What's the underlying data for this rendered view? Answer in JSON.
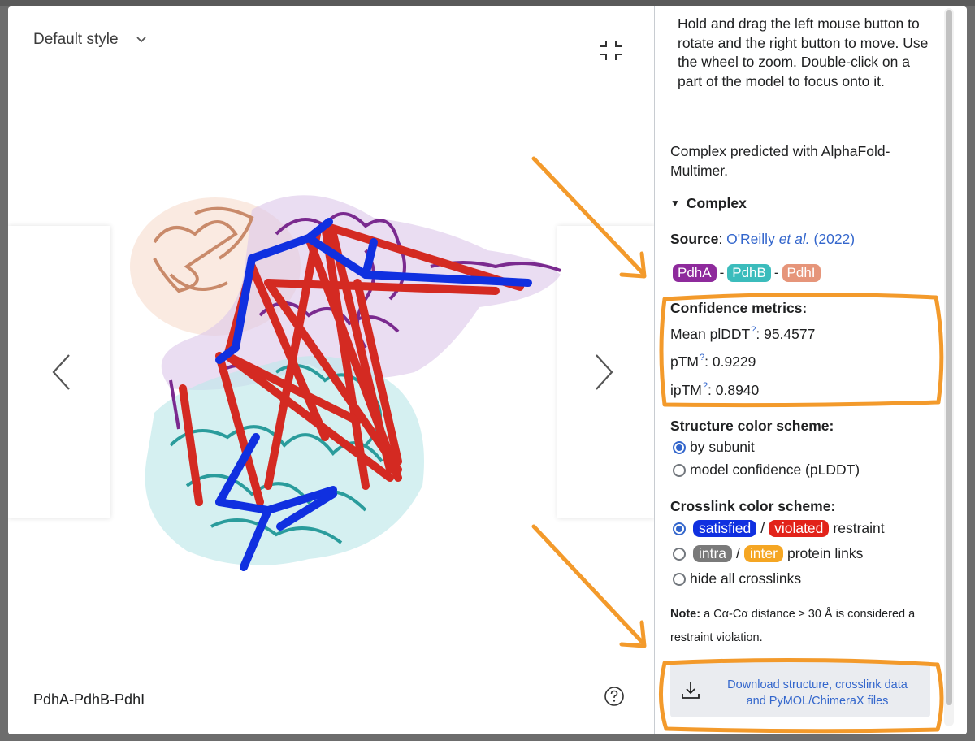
{
  "viewer": {
    "style_select": "Default style",
    "model_name": "PdhA-PdhB-PdhI",
    "icons": {
      "collapse": "collapse-fullscreen-icon",
      "prev": "chevron-left-icon",
      "next": "chevron-right-icon",
      "help": "question-circle-icon",
      "dropdown": "chevron-down-icon"
    }
  },
  "panel": {
    "help_text": "Hold and drag the left mouse button to rotate and the right button to move. Use the wheel to zoom. Double-click on a part of the model to focus onto it.",
    "predicted": "Complex predicted with AlphaFold-Multimer.",
    "complex_toggle": "Complex",
    "source": {
      "label": "Source",
      "colon": ":",
      "authors": "O'Reilly",
      "etal": "et al.",
      "year": "(2022)"
    },
    "subunits": [
      {
        "name": "PdhA",
        "color": "#8e2a9c"
      },
      {
        "name": "PdhB",
        "color": "#3bbcbc"
      },
      {
        "name": "PdhI",
        "color": "#e6957a"
      }
    ],
    "subunit_separator": "-",
    "confidence": {
      "heading": "Confidence metrics:",
      "mean_plddt_label": "Mean plDDT",
      "mean_plddt_value": ": 95.4577",
      "ptm_label": "pTM",
      "ptm_value": ": 0.9229",
      "iptm_label": "ipTM",
      "iptm_value": ": 0.8940",
      "help_mark": "?"
    },
    "structure_scheme": {
      "heading": "Structure color scheme:",
      "options": [
        {
          "label": "by subunit",
          "selected": true
        },
        {
          "label": "model confidence (pLDDT)",
          "selected": false
        }
      ]
    },
    "crosslink_scheme": {
      "heading": "Crosslink color scheme:",
      "satisfied": "satisfied",
      "violated": "violated",
      "restraint": "restraint",
      "intra": "intra",
      "inter": "inter",
      "protein_links": "protein links",
      "hide": "hide all crosslinks",
      "slash": "/",
      "selected_index": 0,
      "colors": {
        "satisfied": "#1030e0",
        "violated": "#e2231a",
        "intra": "#7a7a7a",
        "inter": "#f5a623"
      }
    },
    "note": {
      "label": "Note:",
      "text": "a Cα-Cα distance ≥ 30 Å is considered a restraint violation."
    },
    "download": {
      "line1": "Download structure, crosslink data",
      "line2": "and PyMOL/ChimeraX files",
      "icon": "download-icon"
    }
  },
  "annotation": {
    "color": "#f39a2b"
  }
}
